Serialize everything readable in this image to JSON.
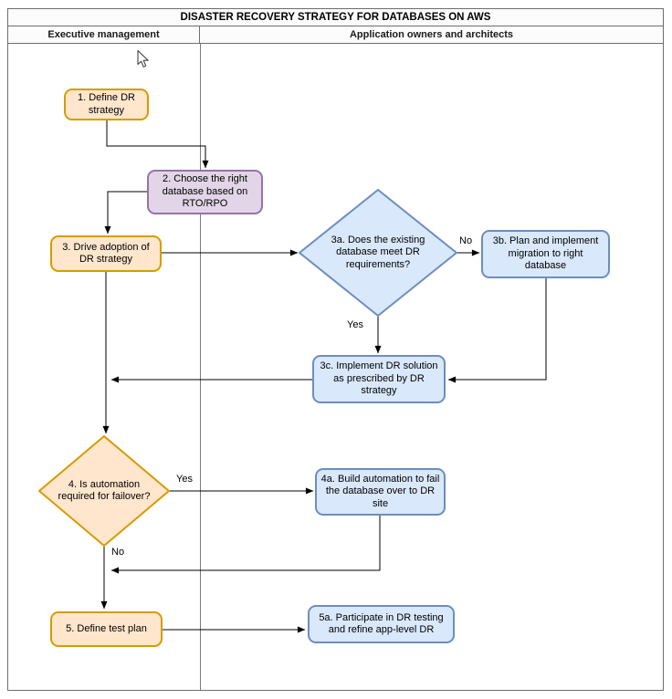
{
  "title": "DISASTER RECOVERY STRATEGY FOR DATABASES ON AWS",
  "lanes": [
    {
      "label": "Executive management"
    },
    {
      "label": "Application owners and architects"
    }
  ],
  "colors": {
    "orange_fill": "#FFE6CC",
    "orange_stroke": "#D79B00",
    "purple_fill": "#E1D5E7",
    "purple_stroke": "#9673A6",
    "blue_fill": "#DAE8FC",
    "blue_stroke": "#6C8EBF",
    "connector": "#000000",
    "frame_border": "#6e6e6e"
  },
  "nodes": {
    "n1": {
      "label": "1. Define DR strategy",
      "shape": "rounded",
      "color": "orange"
    },
    "n2": {
      "label": "2. Choose the right database based on RTO/RPO",
      "shape": "rounded",
      "color": "purple"
    },
    "n3": {
      "label": "3. Drive adoption of DR strategy",
      "shape": "rounded",
      "color": "orange"
    },
    "n3a": {
      "label": "3a. Does the existing database meet DR requirements?",
      "shape": "diamond",
      "color": "blue"
    },
    "n3b": {
      "label": "3b. Plan and implement migration to right database",
      "shape": "rounded",
      "color": "blue"
    },
    "n3c": {
      "label": "3c. Implement DR solution as prescribed by DR strategy",
      "shape": "rounded",
      "color": "blue"
    },
    "n4": {
      "label": "4. Is automation required for failover?",
      "shape": "diamond",
      "color": "orange"
    },
    "n4a": {
      "label": "4a. Build automation to fail the database over to DR site",
      "shape": "rounded",
      "color": "blue"
    },
    "n5": {
      "label": "5. Define test plan",
      "shape": "rounded",
      "color": "orange"
    },
    "n5a": {
      "label": "5a. Participate in DR testing and refine app-level DR",
      "shape": "rounded",
      "color": "blue"
    }
  },
  "edge_labels": {
    "no_3a": "No",
    "yes_3a": "Yes",
    "yes_4": "Yes",
    "no_4": "No"
  }
}
